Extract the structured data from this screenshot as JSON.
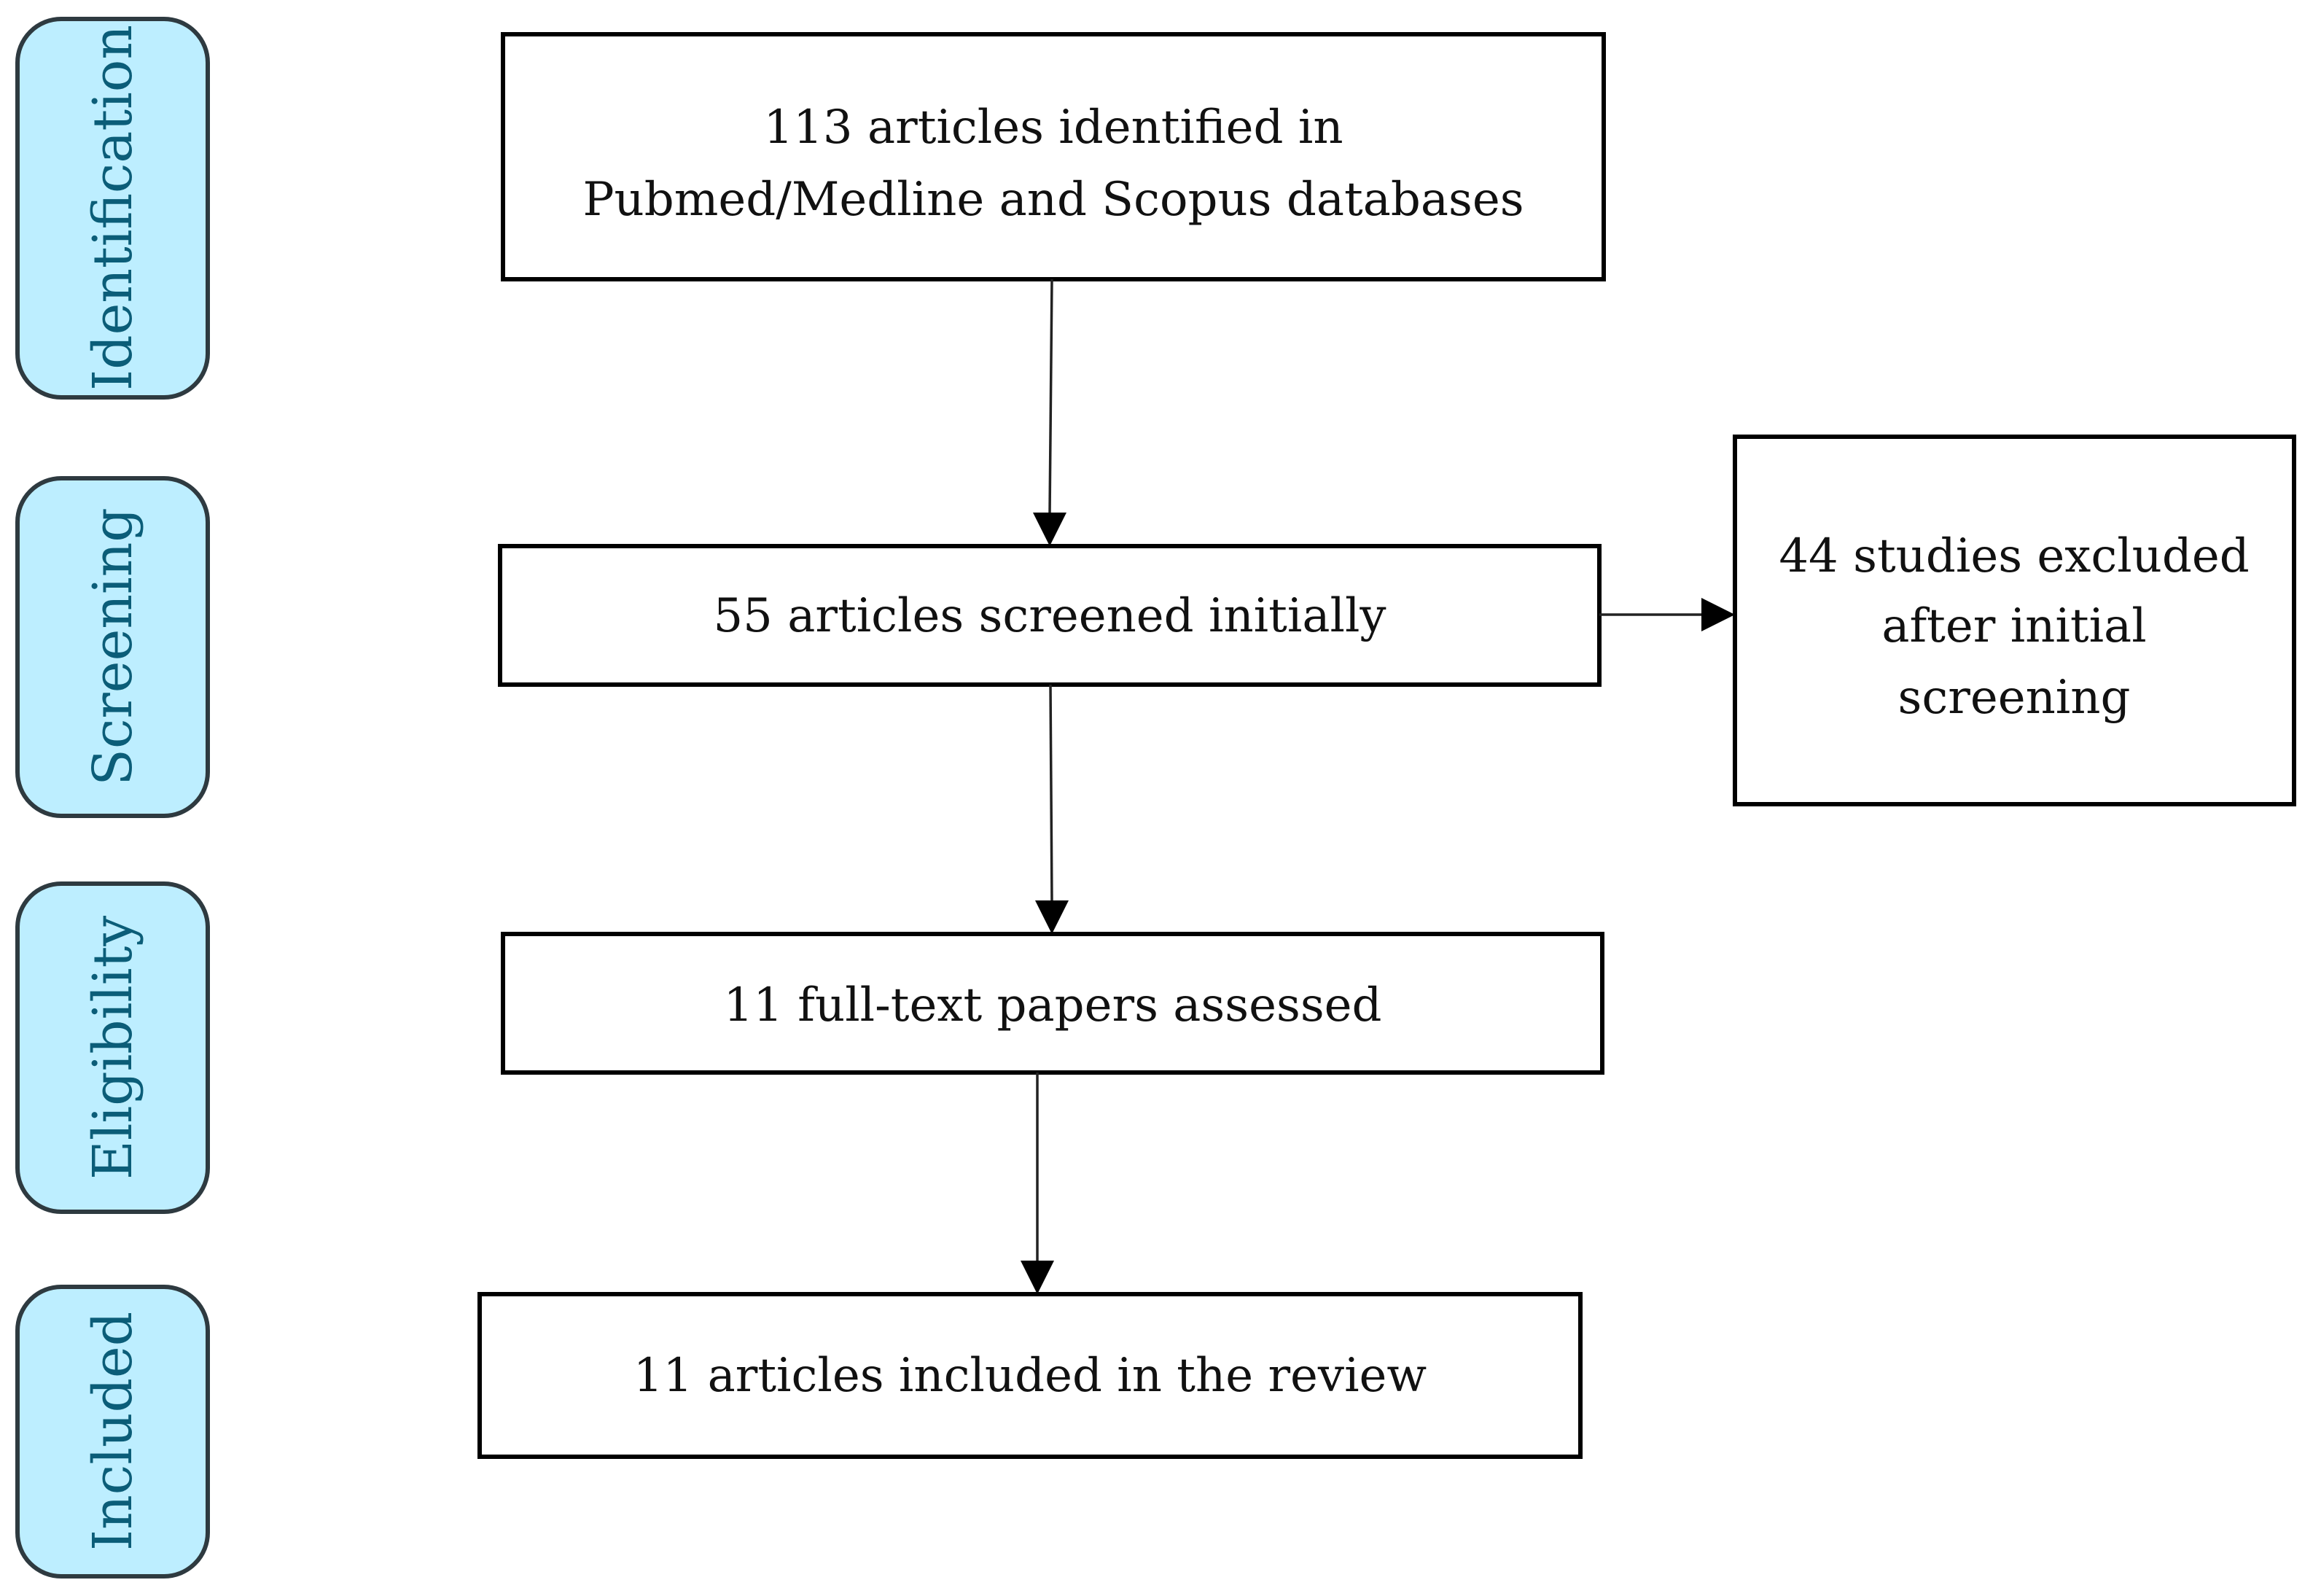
{
  "colors": {
    "stage_fill": "#bdeeff",
    "stage_text": "#0b5d78",
    "box_border": "#000000"
  },
  "stages": [
    {
      "label": "Identification"
    },
    {
      "label": "Screening"
    },
    {
      "label": "Eligibility"
    },
    {
      "label": "Included"
    }
  ],
  "boxes": {
    "identified": {
      "lines": [
        "113 articles identified in",
        "Pubmed/Medline and Scopus databases"
      ]
    },
    "screened": {
      "lines": [
        "55 articles screened initially"
      ]
    },
    "excluded": {
      "lines": [
        "44 studies excluded",
        "after initial",
        "screening"
      ]
    },
    "assessed": {
      "lines": [
        "11 full-text papers assessed"
      ]
    },
    "included": {
      "lines": [
        "11 articles included in the review"
      ]
    }
  }
}
